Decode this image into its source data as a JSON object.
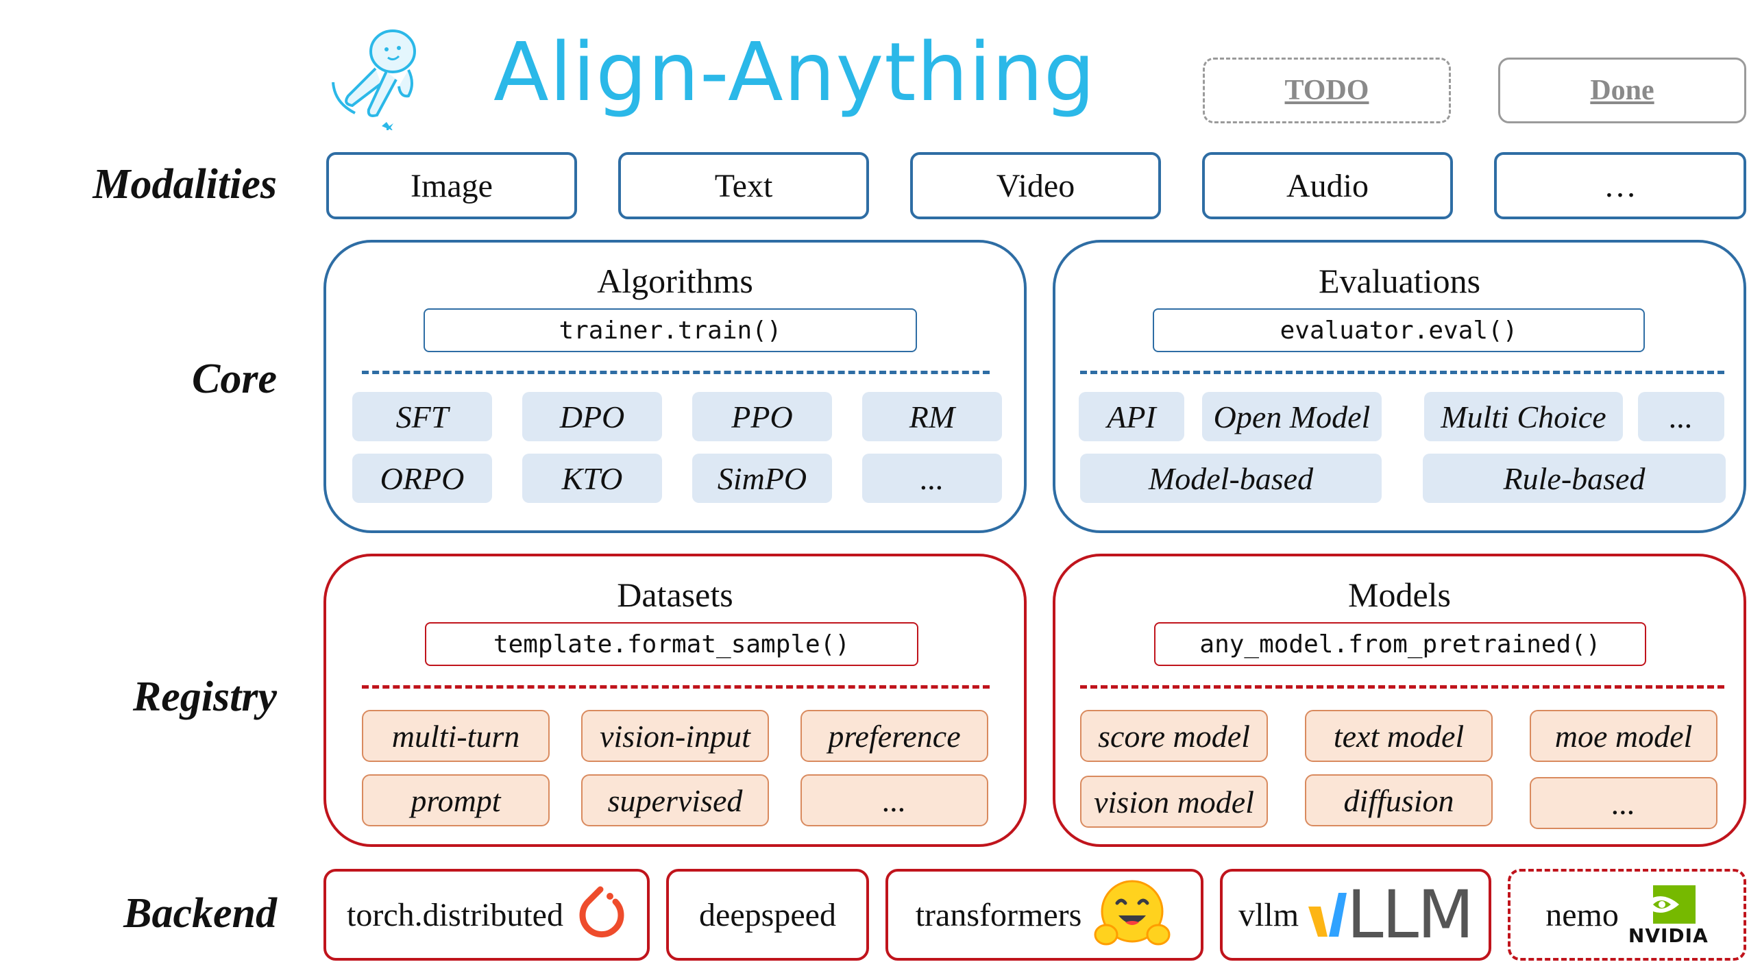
{
  "header": {
    "title": "Align-Anything",
    "legend": {
      "todo": "TODO",
      "done": "Done"
    }
  },
  "rows": {
    "modalities": "Modalities",
    "core": "Core",
    "registry": "Registry",
    "backend": "Backend"
  },
  "modalities": [
    "Image",
    "Text",
    "Video",
    "Audio",
    "…"
  ],
  "core": {
    "algorithms": {
      "title": "Algorithms",
      "function": "trainer.train()",
      "items": [
        "SFT",
        "DPO",
        "PPO",
        "RM",
        "ORPO",
        "KTO",
        "SimPO",
        "..."
      ]
    },
    "evaluations": {
      "title": "Evaluations",
      "function": "evaluator.eval()",
      "items": [
        "API",
        "Open Model",
        "Multi Choice",
        "...",
        "Model-based",
        "Rule-based"
      ]
    }
  },
  "registry": {
    "datasets": {
      "title": "Datasets",
      "function": "template.format_sample()",
      "items": [
        "multi-turn",
        "vision-input",
        "preference",
        "prompt",
        "supervised",
        "..."
      ]
    },
    "models": {
      "title": "Models",
      "function": "any_model.from_pretrained()",
      "items": [
        "score model",
        "text model",
        "moe model",
        "vision model",
        "diffusion",
        "..."
      ]
    }
  },
  "backend": {
    "items": [
      {
        "label": "torch.distributed",
        "icon": "pytorch-logo-icon",
        "status": "done"
      },
      {
        "label": "deepspeed",
        "icon": "",
        "status": "done"
      },
      {
        "label": "transformers",
        "icon": "hugging-face-logo-icon",
        "status": "done"
      },
      {
        "label": "vllm",
        "icon": "vllm-logo-icon",
        "status": "done"
      },
      {
        "label": "nemo",
        "icon": "nvidia-logo-icon",
        "status": "todo"
      }
    ],
    "vllm_logo_text": "LLM",
    "nvidia_logo_text": "NVIDIA"
  },
  "colors": {
    "title": "#2bb8e8",
    "blue_border": "#2e6da4",
    "red_border": "#c0141c",
    "blue_chip": "#dde8f4",
    "orange_chip": "#fbe5d6"
  }
}
